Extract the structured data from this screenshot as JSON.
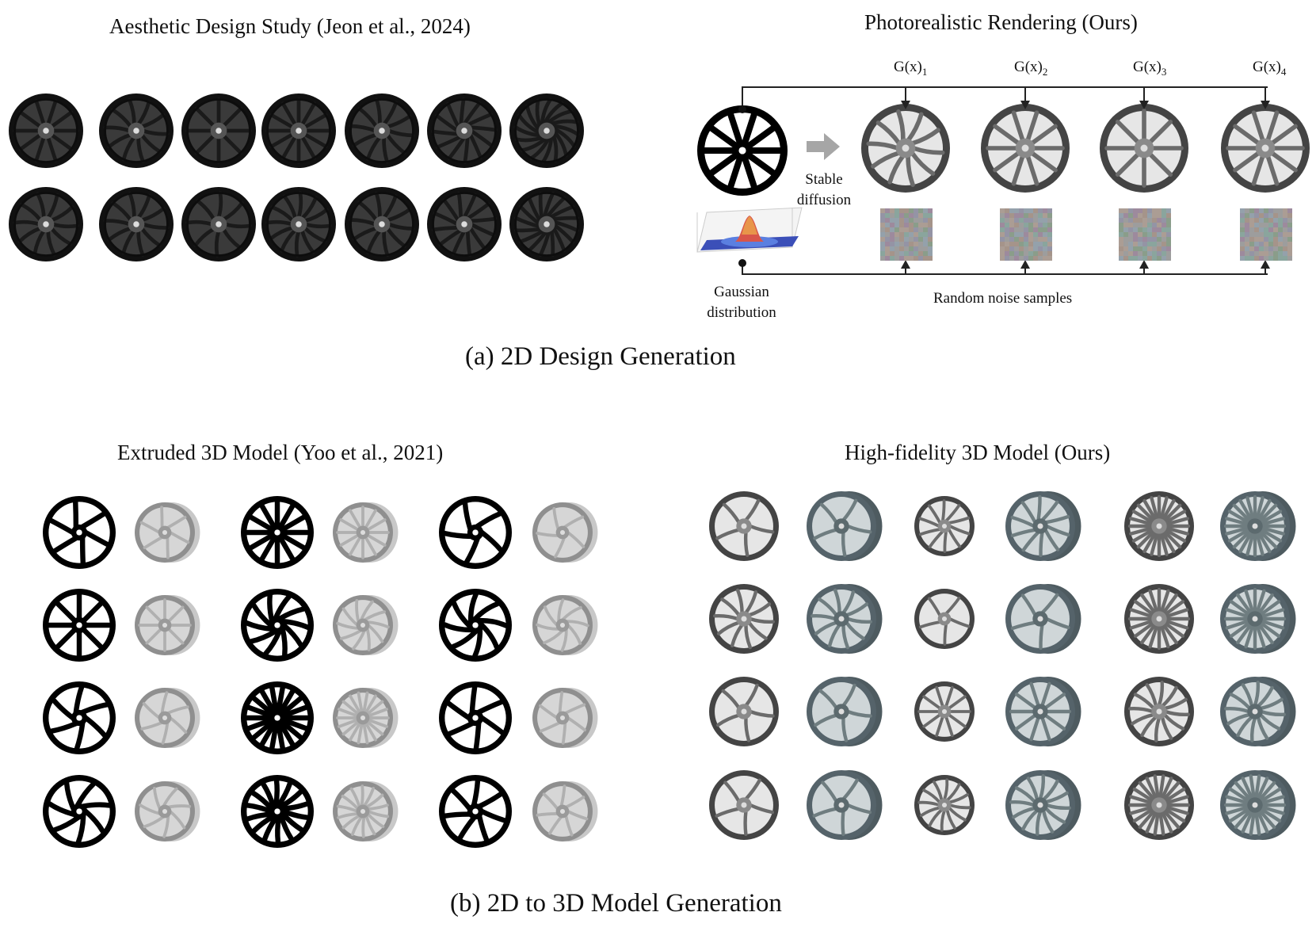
{
  "panel_a": {
    "caption": "(a) 2D Design Generation",
    "left_title": "Aesthetic Design Study (Jeon et al., 2024)",
    "right_title": "Photorealistic Rendering (Ours)",
    "outputs": [
      {
        "base": "G(x)",
        "sub": "1"
      },
      {
        "base": "G(x)",
        "sub": "2"
      },
      {
        "base": "G(x)",
        "sub": "3"
      },
      {
        "base": "G(x)",
        "sub": "4"
      }
    ],
    "stable_line1": "Stable",
    "stable_line2": "diffusion",
    "gaussian_line1": "Gaussian",
    "gaussian_line2": "distribution",
    "noise_label": "Random noise samples"
  },
  "panel_b": {
    "caption": "(b) 2D to 3D Model Generation",
    "left_title": "Extruded 3D Model (Yoo et al., 2021)",
    "right_title": "High-fidelity 3D Model (Ours)"
  },
  "colors": {
    "dark_wheel": "#222222",
    "silhouette": "#000000",
    "grey_3d": "#a9a9a9",
    "teal_3d": "#6f7d80",
    "photo_wheel": "#555555",
    "arrow_grey": "#a6a6a6"
  }
}
